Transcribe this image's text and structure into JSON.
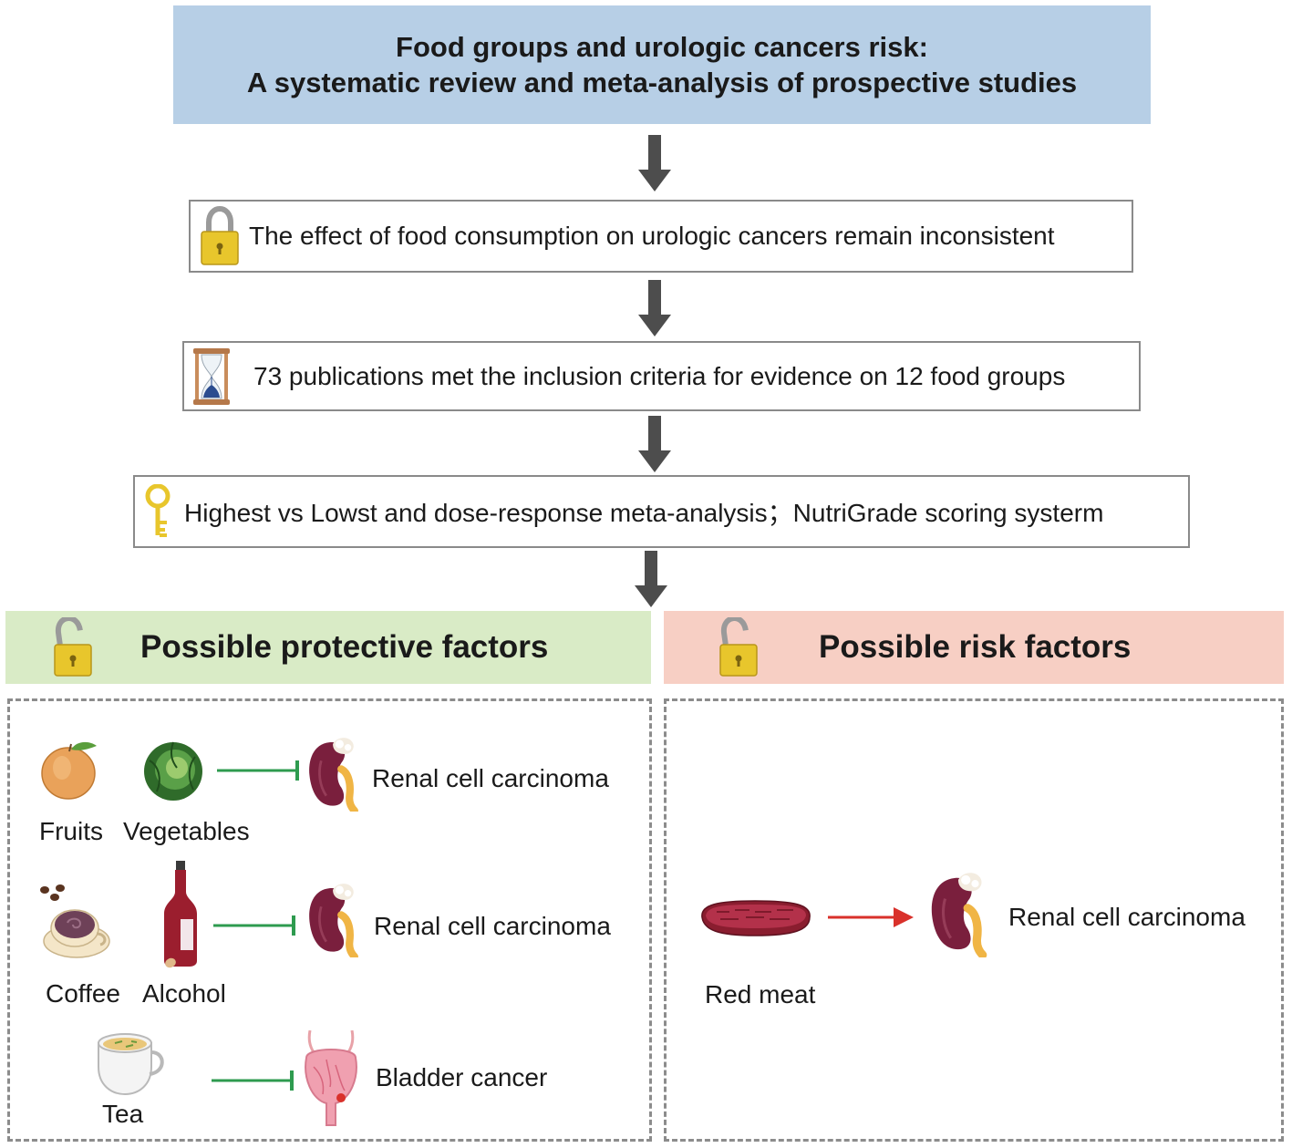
{
  "title": {
    "line1": "Food groups and urologic cancers risk:",
    "line2": "A systematic review and  meta-analysis of prospective studies"
  },
  "steps": [
    {
      "icon": "padlock-locked-icon",
      "text": "The effect of food consumption on urologic cancers remain inconsistent"
    },
    {
      "icon": "hourglass-icon",
      "text": "73 publications met the inclusion criteria for evidence on 12 food groups"
    },
    {
      "icon": "key-icon",
      "text": "Highest vs Lowst and dose-response meta-analysis；NutriGrade scoring systerm"
    }
  ],
  "protective": {
    "title": "Possible protective factors",
    "icon": "padlock-unlocked-icon",
    "rows": [
      {
        "foods": [
          "Fruits",
          "Vegetables"
        ],
        "relation": "inhibits",
        "outcome": "Renal cell carcinoma"
      },
      {
        "foods": [
          "Coffee",
          "Alcohol"
        ],
        "relation": "inhibits",
        "outcome": "Renal cell carcinoma"
      },
      {
        "foods": [
          "Tea"
        ],
        "relation": "inhibits",
        "outcome": "Bladder cancer"
      }
    ]
  },
  "risk": {
    "title": "Possible risk factors",
    "icon": "padlock-unlocked-icon",
    "rows": [
      {
        "foods": [
          "Red meat"
        ],
        "relation": "promotes",
        "outcome": "Renal cell carcinoma"
      }
    ]
  },
  "colors": {
    "title_bg": "#b7cfe6",
    "protective_bg": "#d9ebc6",
    "risk_bg": "#f7cfc4",
    "inhibit_line": "#2e9b4f",
    "promote_arrow": "#d9312b",
    "flow_arrow": "#4d4d4d",
    "kidney": "#7a1f3d",
    "padlock": "#e8c62c"
  }
}
